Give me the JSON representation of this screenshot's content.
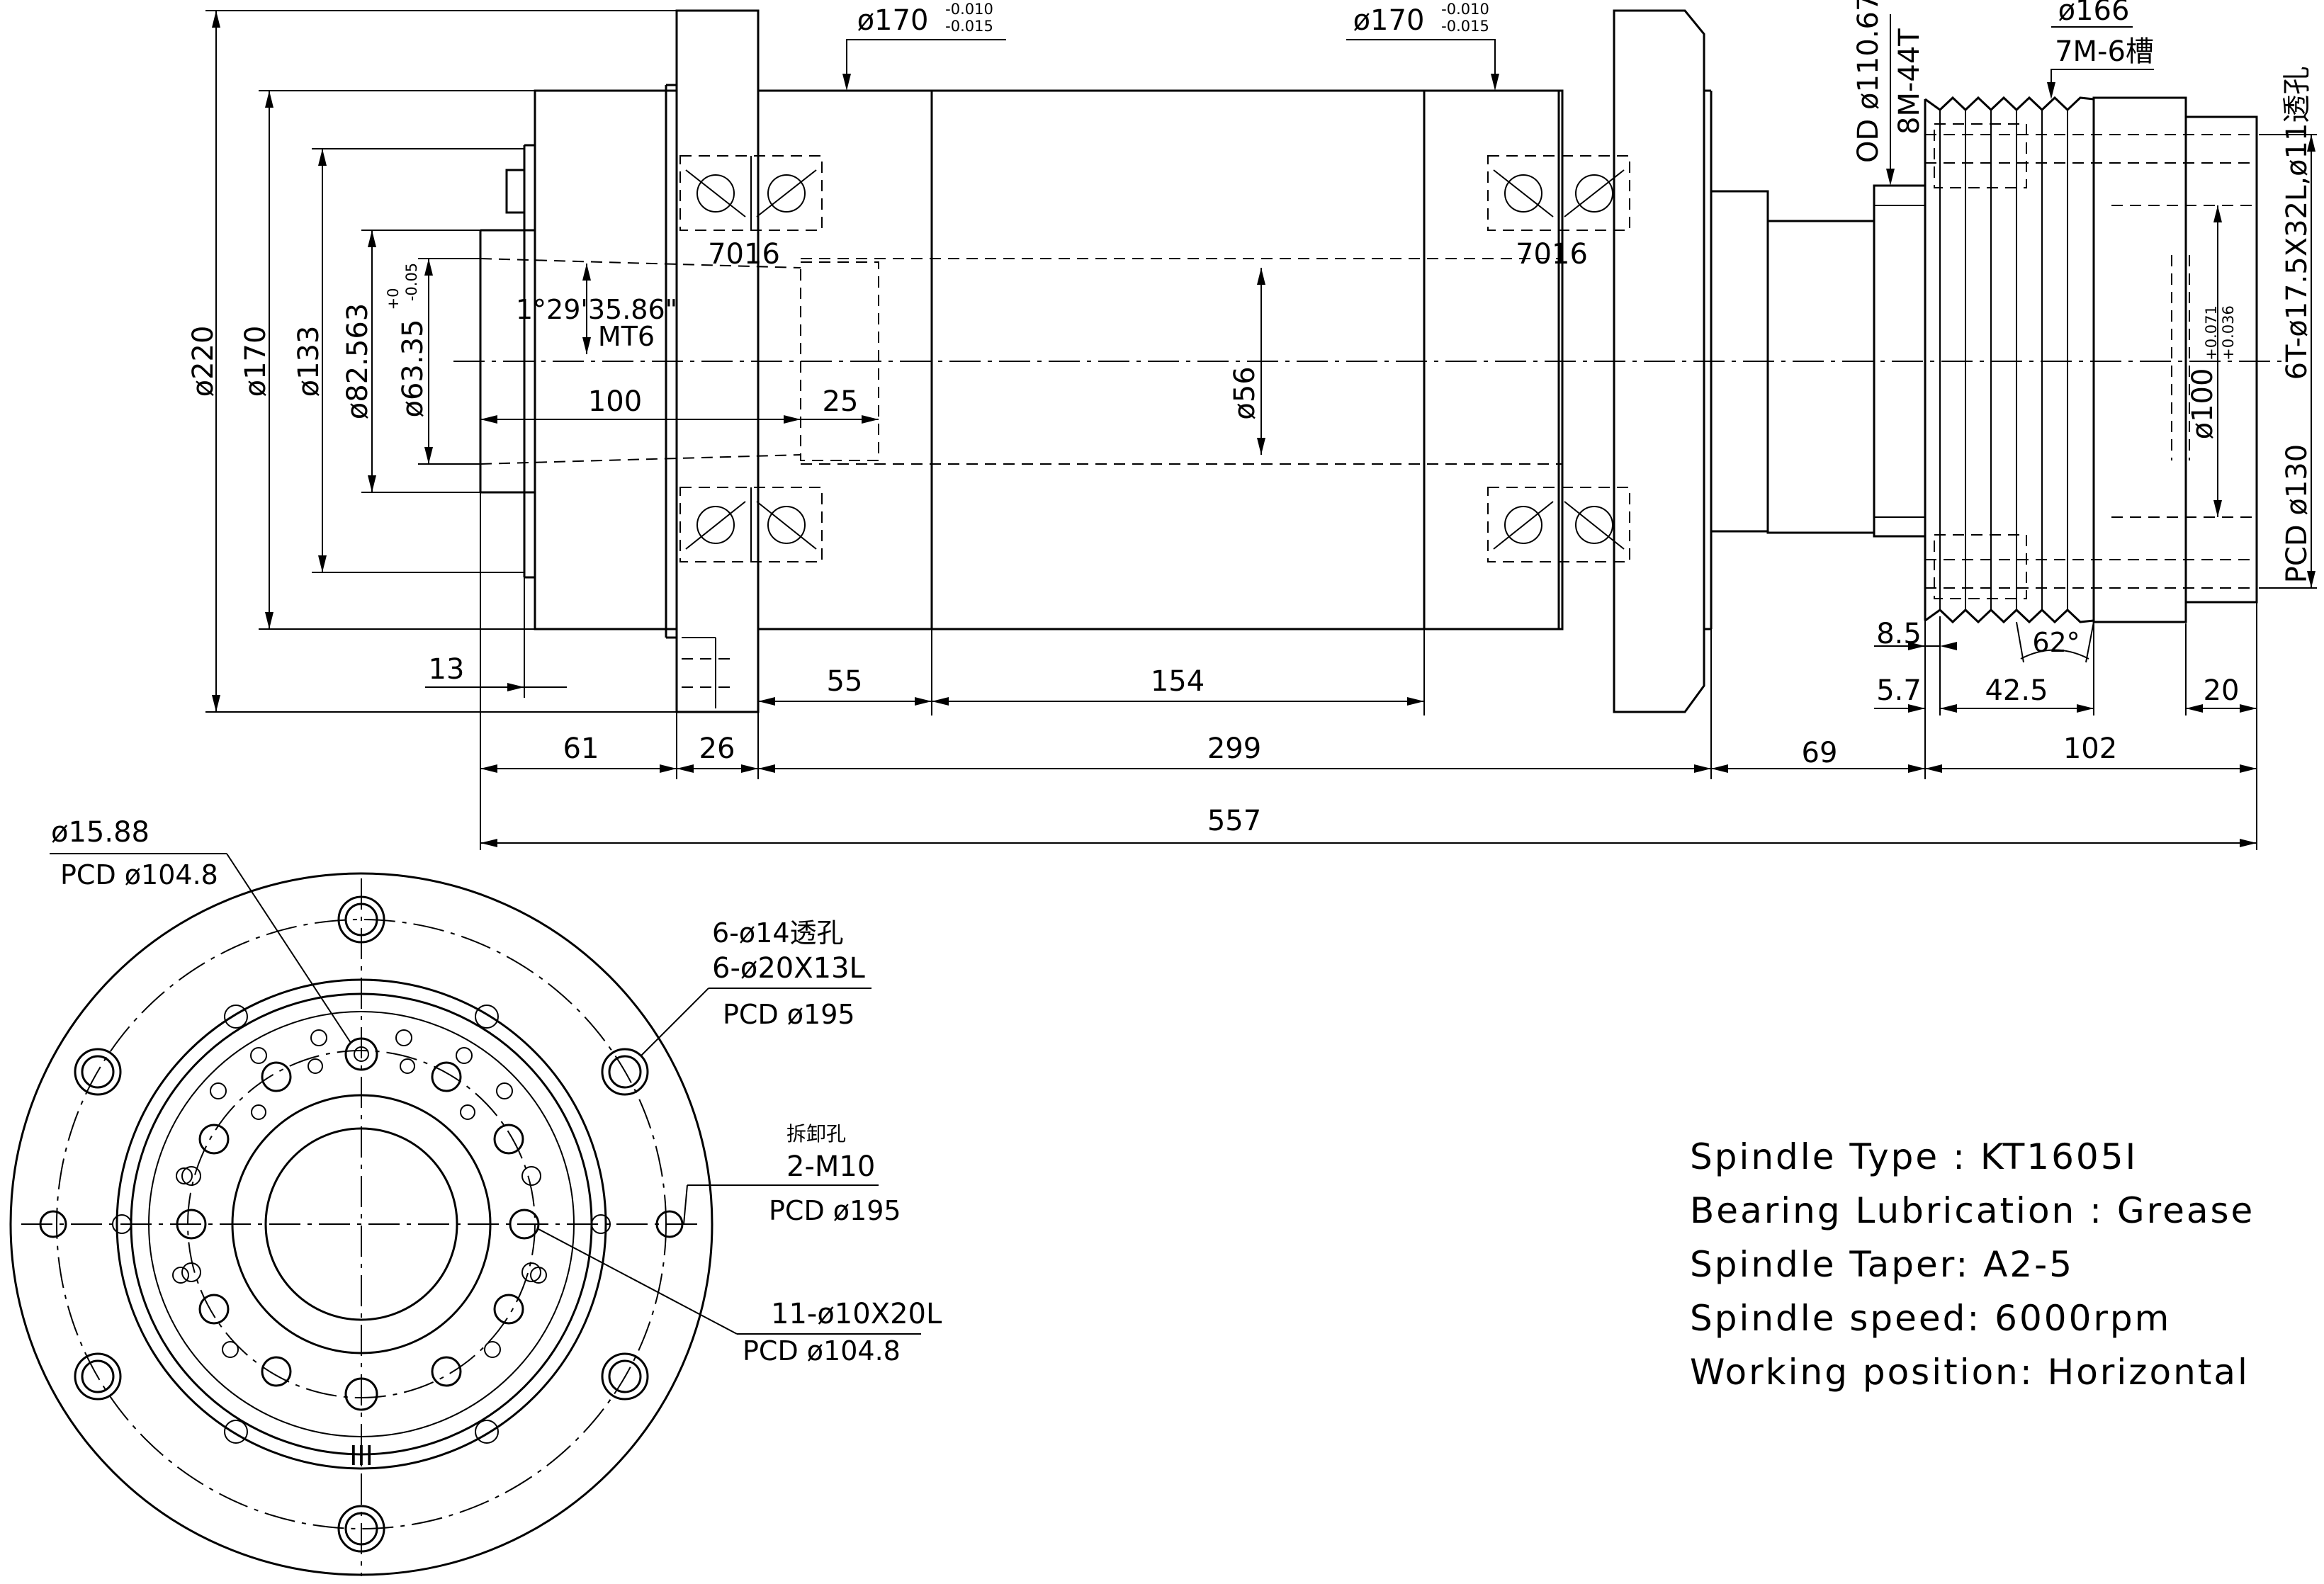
{
  "side_view": {
    "dims_top": {
      "od_170_a": "ø170",
      "od_170_a_tol_upper": "-0.010",
      "od_170_a_tol_lower": "-0.015",
      "od_170_b": "ø170",
      "od_170_b_tol_upper": "-0.010",
      "od_170_b_tol_lower": "-0.015",
      "od_166": "ø166",
      "belt_groove": "7M-6槽",
      "od_110": "OD ø110.67",
      "pulley_teeth": "8M-44T",
      "bolt_holes": "6T-ø17.5X32L,ø11透孔"
    },
    "dims_left": {
      "d220": "ø220",
      "d170": "ø170",
      "d133": "ø133",
      "d82": "ø82.563",
      "d63": "ø63.35",
      "d63_tol_upper": "+0",
      "d63_tol_lower": "-0.05",
      "taper_angle": "1°29'35.86\"",
      "taper_name": "MT6",
      "depth_100": "100",
      "depth_25": "25",
      "d56": "ø56",
      "d13": "13"
    },
    "bearings": {
      "front": "7016",
      "rear": "7016"
    },
    "dims_right": {
      "d100": "ø100",
      "d100_tol_upper": "+0.071",
      "d100_tol_lower": "+0.036",
      "pcd130": "PCD ø130",
      "d8_5": "8.5",
      "d5_7": "5.7",
      "d42_5": "42.5",
      "angle62": "62°",
      "d20": "20"
    },
    "dims_bottom": {
      "d55": "55",
      "d154": "154",
      "d61": "61",
      "d26": "26",
      "d299": "299",
      "d69": "69",
      "d102": "102",
      "total": "557"
    }
  },
  "front_view": {
    "callout_hole": "ø15.88",
    "callout_hole_pcd": "PCD ø104.8",
    "callout_through": "6-ø14透孔",
    "callout_counterbore": "6-ø20X13L",
    "callout_outer_pcd": "PCD ø195",
    "callout_removal": "拆卸孔",
    "callout_m10": "2-M10",
    "callout_m10_pcd": "PCD ø195",
    "callout_pins": "11-ø10X20L",
    "callout_pins_pcd": "PCD ø104.8",
    "mark": "III"
  },
  "specs": [
    "Spindle Type : KT1605I",
    "Bearing Lubrication : Grease",
    "Spindle Taper: A2-5",
    "Spindle speed: 6000rpm",
    "Working position: Horizontal"
  ]
}
